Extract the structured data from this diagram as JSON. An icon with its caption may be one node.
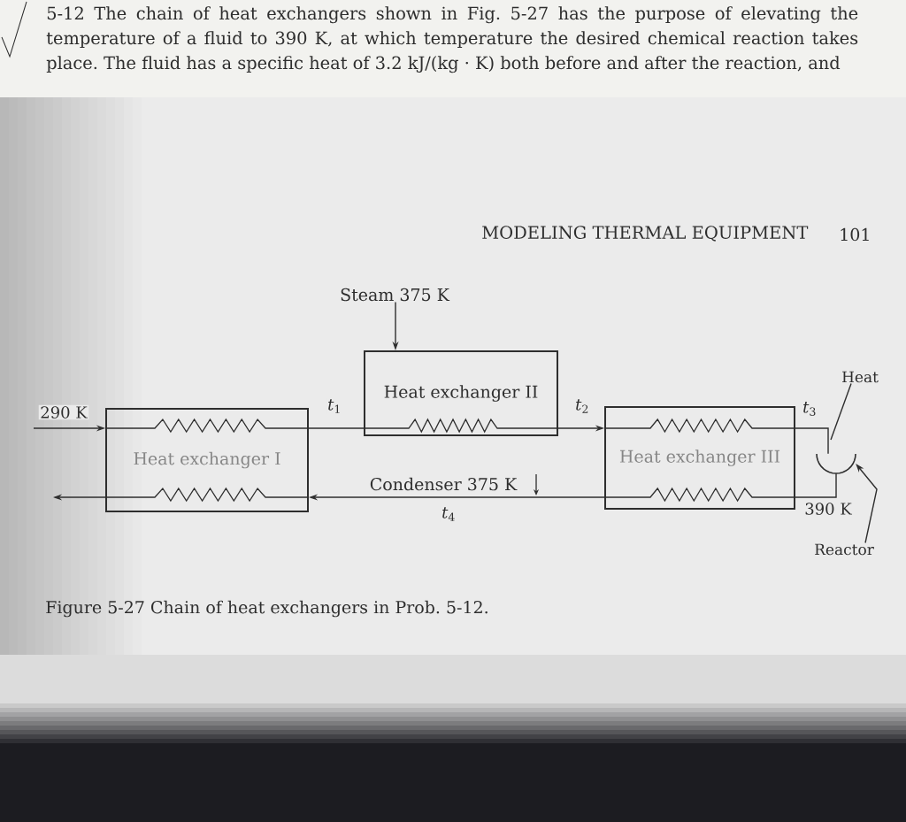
{
  "diagram": {
    "caption": "Figure 5-27 Chain of heat exchangers in Prob. 5-12.",
    "nodes": [
      {
        "text": [
          "Heat exchanger I"
        ]
      },
      {
        "text": [
          "Heat exchanger II"
        ]
      },
      {
        "text": [
          "Heat exchanger III"
        ]
      },
      {
        "text": [
          "Steam 375 K"
        ]
      },
      {
        "text": [],
        "shape": "semicircle"
      },
      {
        "text": [
          "Reactor"
        ]
      },
      {
        "text": [
          "Heat"
        ]
      }
    ],
    "edges": [
      {
        "from": null,
        "to": 0,
        "arrow": "to",
        "label": "290 K"
      },
      {
        "from": 0,
        "to": 1,
        "arrow": "none",
        "label": "*t*$_{1}$"
      },
      {
        "from": 1,
        "to": 2,
        "arrow": "to",
        "label": "*t*$_{2}$"
      },
      {
        "from": 2,
        "to": 4,
        "arrow": "none",
        "label": "*t*$_{3}$"
      },
      {
        "from": 4,
        "to": 2,
        "arrow": "none",
        "label": "390 K"
      },
      {
        "from": 2,
        "to": 0,
        "arrow": "to",
        "label": "*t*$_{4}$"
      },
      {
        "from": 0,
        "to": null,
        "arrow": "to"
      },
      {
        "from": 3,
        "to": 1,
        "arrow": "to"
      },
      {
        "from": 5,
        "to": 4,
        "arrow": "to"
      },
      {
        "from": 6,
        "to": null,
        "arrow": "none"
      }
    ],
    "labels": [
      "5-12 The chain of heat exchangers shown in Fig. 5-27 has the purpose of elevating the temperature of a fluid to 390 K, at which temperature the desired chemical reaction takes place. The fluid has a specific heat of 3.2 kJ/(kg · K) both before and after the reaction, and",
      "MODELING THERMAL EQUIPMENT",
      "101",
      "Condenser 375 K"
    ]
  }
}
